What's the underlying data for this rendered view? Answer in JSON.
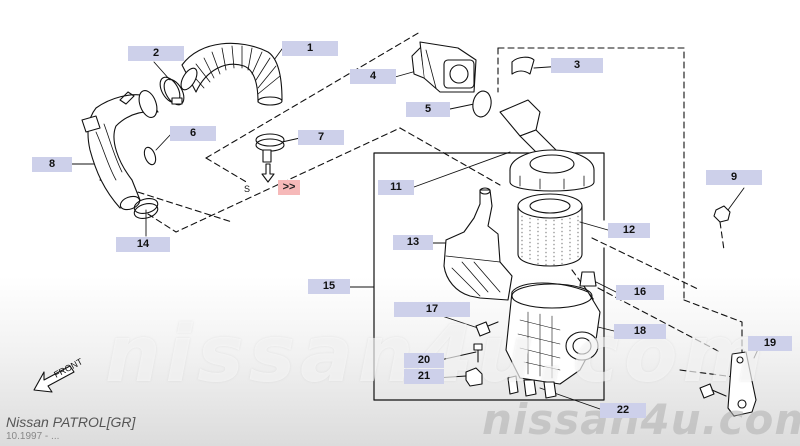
{
  "diagram": {
    "footer_title": "Nissan PATROL[GR]",
    "footer_date": "10.1997 - ...",
    "front_label": "FRONT",
    "watermark_main": "nissan4u.com",
    "watermark_small": "nissan4u.com",
    "part_letter": "S",
    "callouts": [
      "1",
      "2",
      "3",
      "4",
      "5",
      "6",
      "7",
      "8",
      "9",
      "11",
      "12",
      "13",
      "14",
      "15",
      "16",
      "17",
      "18",
      "19",
      "20",
      "21",
      "22",
      ">>"
    ]
  }
}
